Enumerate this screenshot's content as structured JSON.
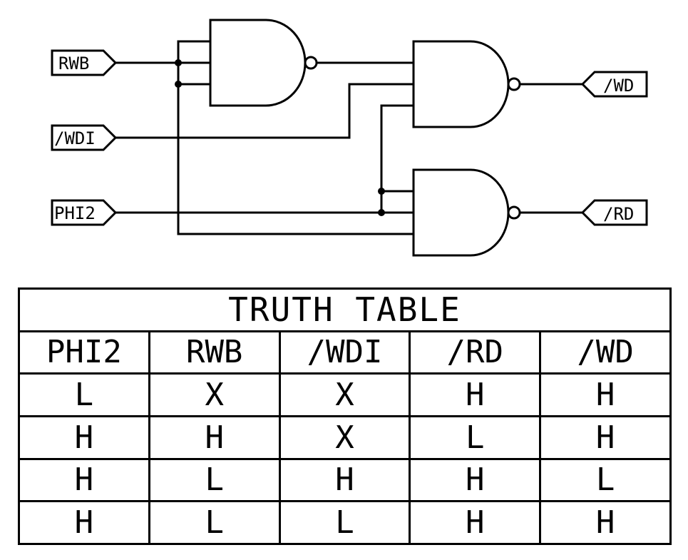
{
  "diagram": {
    "type": "logic-schematic",
    "inputs": [
      {
        "name": "RWB"
      },
      {
        "name": "/WDI"
      },
      {
        "name": "PHI2"
      }
    ],
    "outputs": [
      {
        "name": "/WD"
      },
      {
        "name": "/RD"
      }
    ],
    "gates": [
      {
        "id": "U1",
        "type": "NAND3",
        "inputs": [
          "RWB",
          "RWB",
          "RWB"
        ],
        "output": "U1_OUT"
      },
      {
        "id": "U2",
        "type": "NAND3",
        "inputs": [
          "U1_OUT",
          "/WDI",
          "PHI2"
        ],
        "output": "/WD"
      },
      {
        "id": "U3",
        "type": "NAND3",
        "inputs": [
          "PHI2",
          "PHI2",
          "RWB"
        ],
        "output": "/RD"
      }
    ]
  },
  "truth_table": {
    "title": "TRUTH TABLE",
    "headers": [
      "PHI2",
      "RWB",
      "/WDI",
      "/RD",
      "/WD"
    ],
    "rows": [
      [
        "L",
        "X",
        "X",
        "H",
        "H"
      ],
      [
        "H",
        "H",
        "X",
        "L",
        "H"
      ],
      [
        "H",
        "L",
        "H",
        "H",
        "L"
      ],
      [
        "H",
        "L",
        "L",
        "H",
        "H"
      ]
    ]
  }
}
